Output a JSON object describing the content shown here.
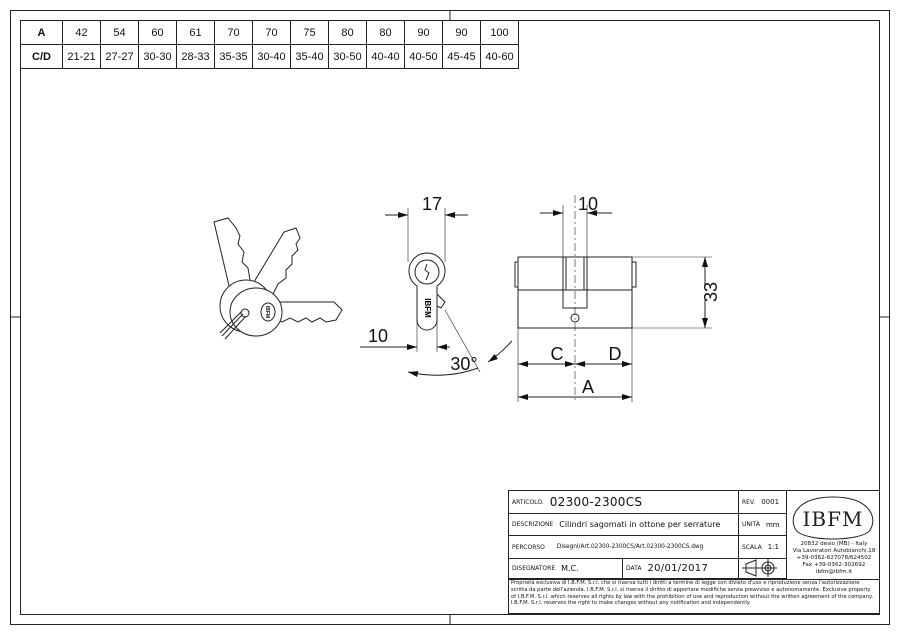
{
  "dimension_table": {
    "row_a_label": "A",
    "row_cd_label": "C/D",
    "a_values": [
      "42",
      "54",
      "60",
      "61",
      "70",
      "70",
      "75",
      "80",
      "80",
      "90",
      "90",
      "100"
    ],
    "cd_values": [
      "21-21",
      "27-27",
      "30-30",
      "28-33",
      "35-35",
      "30-40",
      "35-40",
      "30-50",
      "40-40",
      "40-50",
      "45-45",
      "40-60"
    ]
  },
  "drawing": {
    "front_width": "17",
    "front_cam_offset": "10",
    "cam_angle": "30°",
    "center_width": "10",
    "height": "33",
    "label_c": "C",
    "label_d": "D",
    "label_a": "A",
    "brand_on_part": "IBFM"
  },
  "title_block": {
    "articolo_label": "ARTICOLO.",
    "articolo": "02300-2300CS",
    "rev_label": "REV.",
    "rev": "0001",
    "descrizione_label": "DESCRIZIONE",
    "descrizione": "Cilindri sagomati in ottone per serrature",
    "unita_label": "UNITÀ",
    "unita": "mm",
    "percorso_label": "PERCORSO",
    "percorso": "Disegni/Art.02300-2300CS/Art.02300-2300CS.dwg",
    "scala_label": "SCALA",
    "scala": "1:1",
    "disegnatore_label": "DISEGNATORE",
    "disegnatore": "M.C.",
    "data_label": "DATA",
    "data": "20/01/2017",
    "logo": "IBFM",
    "address": [
      "20832 desio (MB) - Italy",
      "Via Lavoratori Autobianchi,18",
      "+39-0362-627078/624502",
      "Fax +39-0362-302692",
      "ibfm@ibfm.it"
    ],
    "notes": "Proprietà esclusiva di I.B.F.M. S.r.l. che si riserva tutti i diritti a termine di legge con divieto d'uso e riproduzione senza l'autorizzazione scritta da parte dell'azienda. I.B.F.M. S.r.l. si riserva il diritto di apportare modifiche senza preavviso e autonomamente. Exclusive property of I.B.F.M. S.r.l. which reserves all rights by law with the prohibition of use and reproduction without the written agreement of the company. I.B.F.M. S.r.l. reserves the right to make changes without any notification and independently."
  }
}
